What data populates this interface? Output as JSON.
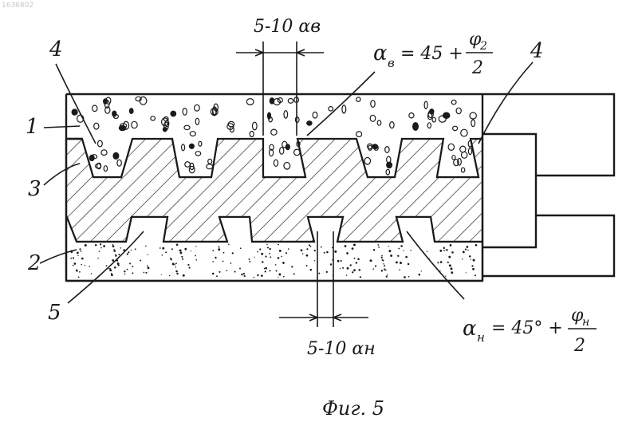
{
  "stamp_id": "1636802",
  "labels": {
    "layer_top": "1",
    "layer_bottom": "2",
    "layer_middle": "3",
    "dovetail_left": "4",
    "dovetail_right": "4",
    "dovetail_bottom": "5"
  },
  "annotations": {
    "top_width": "5-10 αв",
    "top_angle_lhs": "α",
    "top_angle_sub": "в",
    "top_angle_rhs": "= 45 +",
    "top_frac_num": "φ",
    "top_frac_num_sub": "2",
    "top_frac_den": "2",
    "bottom_width": "5-10 αн",
    "bottom_angle_lhs": "α",
    "bottom_angle_sub": "н",
    "bottom_angle_rhs": "= 45° +",
    "bottom_frac_num": "φ",
    "bottom_frac_num_sub": "н",
    "bottom_frac_den": "2"
  },
  "caption": "Фиг. 5",
  "colors": {
    "ink": "#1a1a1a",
    "paper": "#ffffff"
  }
}
